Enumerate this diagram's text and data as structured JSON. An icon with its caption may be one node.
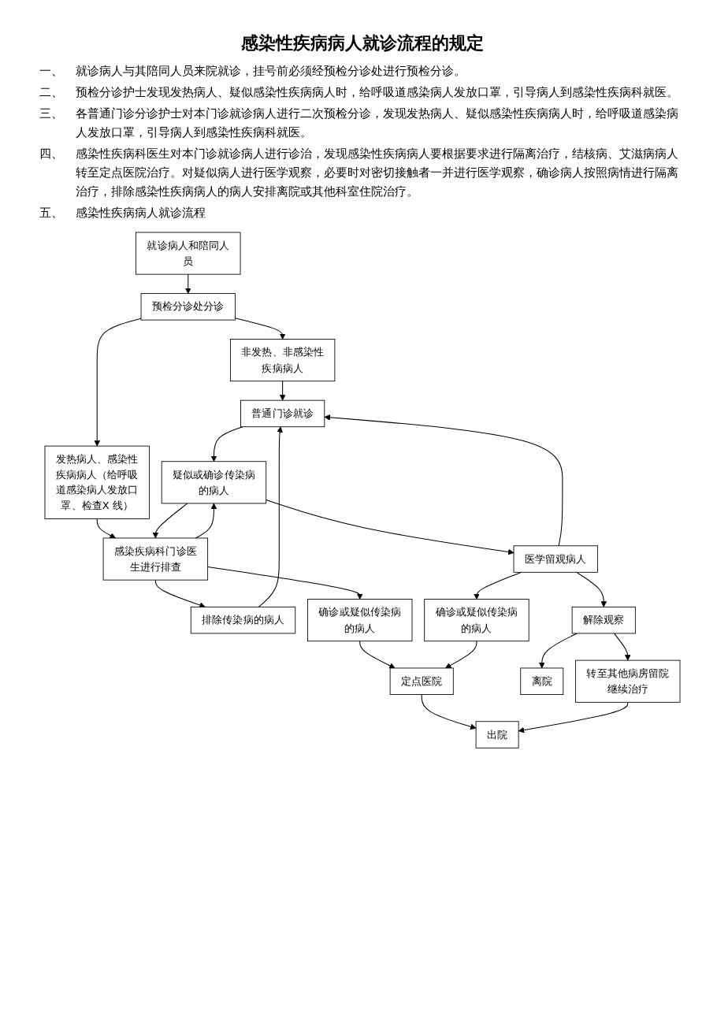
{
  "diagram": {
    "title": "感染性疾病病人就诊流程的规定",
    "nodes": [
      {
        "text": [
          "就诊病人和陪同人员"
        ]
      },
      {
        "text": [
          "预检分诊处分诊"
        ]
      },
      {
        "text": [
          "非发热、非感染性疾病病人"
        ]
      },
      {
        "text": [
          "发热病人、感染性疾病病人（给呼吸道感染病人发放口罩、检查X 线）"
        ]
      },
      {
        "text": [
          "普通门诊就诊"
        ]
      },
      {
        "text": [
          "排除传染病的病人"
        ]
      },
      {
        "text": [
          "感染疾病科门诊医生进行排查"
        ]
      },
      {
        "text": [
          "疑似或确诊传染病的病人"
        ]
      },
      {
        "text": [
          "医学留观病人"
        ]
      },
      {
        "text": [
          "确诊或疑似传染病的病人"
        ]
      },
      {
        "text": [
          "解除观察"
        ]
      },
      {
        "text": [
          "确诊或疑似传染病的病人"
        ]
      },
      {
        "text": [
          "定点医院"
        ]
      },
      {
        "text": [
          "离院"
        ]
      },
      {
        "text": [
          "转至其他病房留院继续治疗"
        ]
      },
      {
        "text": [
          "出院"
        ]
      }
    ],
    "edges": [
      {
        "from": 0,
        "to": 1,
        "arrow": "to"
      },
      {
        "from": 1,
        "to": 2,
        "arrow": "to"
      },
      {
        "from": 1,
        "to": 3,
        "arrow": "to"
      },
      {
        "from": 2,
        "to": 4,
        "arrow": "to"
      },
      {
        "from": 3,
        "to": 6,
        "arrow": "to"
      },
      {
        "from": 6,
        "to": 5,
        "arrow": "to"
      },
      {
        "from": 5,
        "to": 4,
        "arrow": "to"
      },
      {
        "from": 4,
        "to": 7,
        "arrow": "to"
      },
      {
        "from": 7,
        "to": 6,
        "arrow": "to"
      },
      {
        "from": 6,
        "to": 7,
        "arrow": "to"
      },
      {
        "from": 7,
        "to": 8,
        "arrow": "to"
      },
      {
        "from": 8,
        "to": 4,
        "arrow": "to"
      },
      {
        "from": 6,
        "to": 9,
        "arrow": "to"
      },
      {
        "from": 9,
        "to": 12,
        "arrow": "to"
      },
      {
        "from": 8,
        "to": 10,
        "arrow": "to"
      },
      {
        "from": 8,
        "to": 11,
        "arrow": "to"
      },
      {
        "from": 11,
        "to": 12,
        "arrow": "to"
      },
      {
        "from": 10,
        "to": 13,
        "arrow": "to"
      },
      {
        "from": 10,
        "to": 14,
        "arrow": "to"
      },
      {
        "from": 12,
        "to": 15,
        "arrow": "to"
      },
      {
        "from": 14,
        "to": 15,
        "arrow": "to"
      }
    ],
    "labels": [
      "一、",
      "就诊病人与其陪同人员来院就诊，挂号前必须经预检分诊处进行预检分诊。",
      "二、",
      "预检分诊护士发现发热病人、疑似感染性疾病病人时，给呼吸道感染病人发放口罩，引导病人到感染性疾病科就医。",
      "三、",
      "各普通门诊分诊护士对本门诊就诊病人进行二次预检分诊，发现发热病人、疑似感染性疾病病人时，给呼吸道感染病人发放口罩，引导病人到感染性疾病科就医。",
      "四、",
      "感染性疾病科医生对本门诊就诊病人进行诊治，发现感染性疾病病人要根据要求进行隔离治疗，结核病、艾滋病病人转至定点医院治疗。对疑似病人进行医学观察，必要时对密切接触者一并进行医学观察，确诊病人按照病情进行隔离治疗，排除感染性疾病病人的病人安排离院或其他科室住院治疗。",
      "五、",
      "感染性疾病病人就诊流程"
    ]
  }
}
